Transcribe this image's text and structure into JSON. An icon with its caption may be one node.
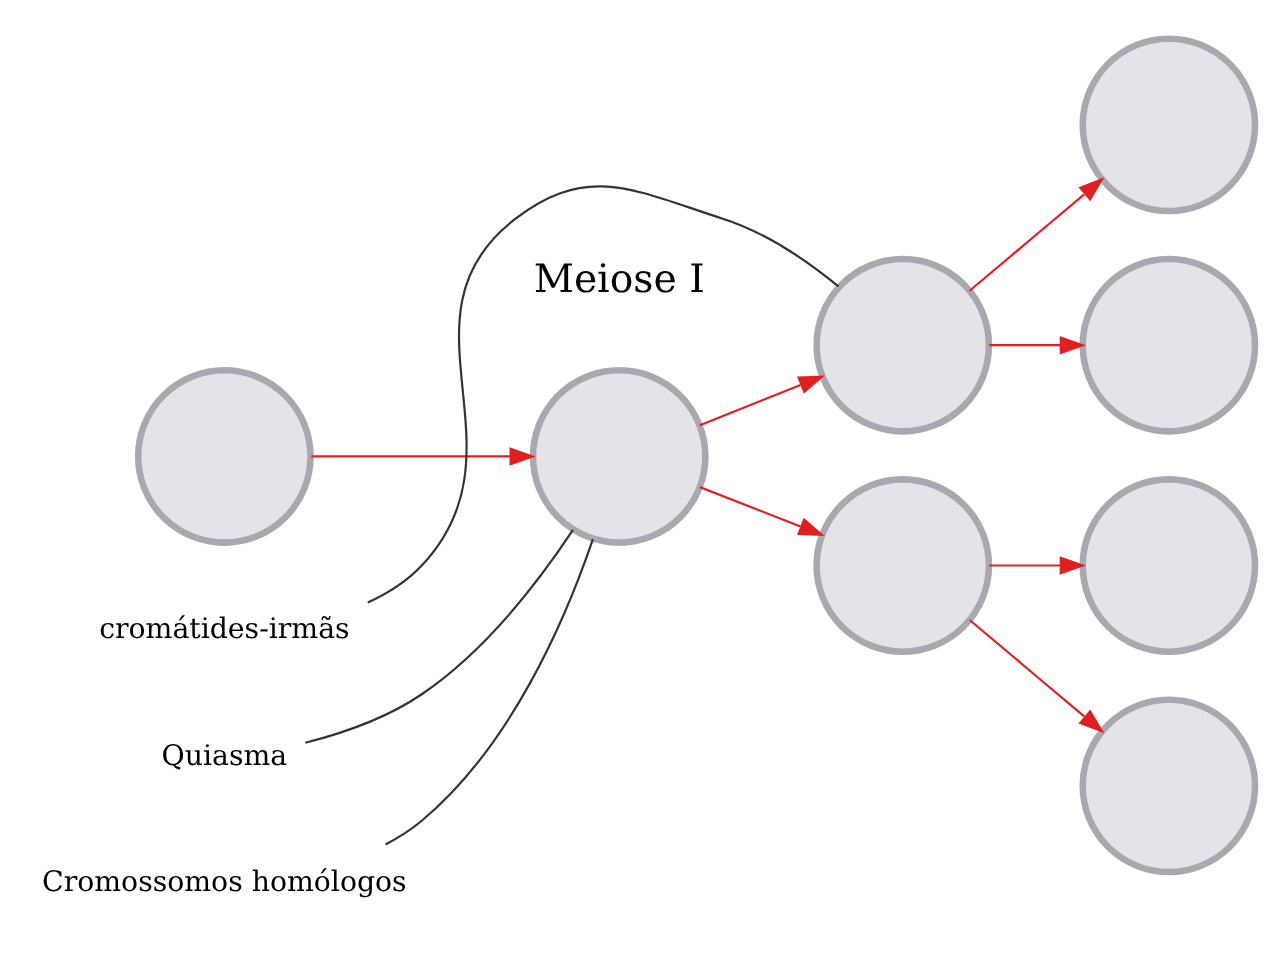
{
  "diagram": {
    "nodes": [
      {
        "text": [],
        "shape": "circle"
      },
      {
        "text": [],
        "shape": "circle"
      },
      {
        "text": [],
        "shape": "circle"
      },
      {
        "text": [],
        "shape": "circle"
      },
      {
        "text": [],
        "shape": "circle"
      },
      {
        "text": [],
        "shape": "circle"
      },
      {
        "text": [],
        "shape": "circle"
      },
      {
        "text": [],
        "shape": "circle"
      },
      {
        "text": [
          "cromátides-irmãs"
        ]
      },
      {
        "text": [
          "Quiasma"
        ]
      },
      {
        "text": [
          "Cromossomos homólogos"
        ]
      }
    ],
    "edges": [
      {
        "from": 0,
        "to": 1,
        "arrow": "to"
      },
      {
        "from": 1,
        "to": 2,
        "arrow": "to"
      },
      {
        "from": 1,
        "to": 3,
        "arrow": "to"
      },
      {
        "from": 2,
        "to": 4,
        "arrow": "to"
      },
      {
        "from": 2,
        "to": 5,
        "arrow": "to"
      },
      {
        "from": 3,
        "to": 6,
        "arrow": "to"
      },
      {
        "from": 3,
        "to": 7,
        "arrow": "to"
      },
      {
        "from": 8,
        "to": 2,
        "arrow": "none",
        "color": "#333333"
      },
      {
        "from": 9,
        "to": 1,
        "arrow": "none",
        "color": "#333333"
      },
      {
        "from": 10,
        "to": 1,
        "arrow": "none",
        "color": "#333333"
      }
    ],
    "labels": [
      "Meiose I"
    ]
  }
}
